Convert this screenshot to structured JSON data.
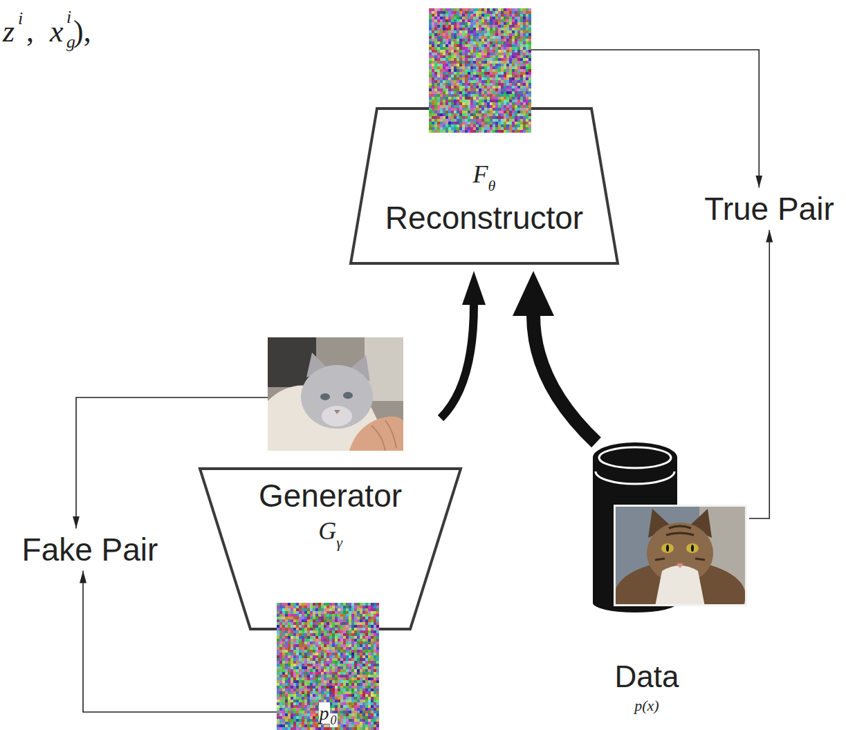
{
  "diagram": {
    "nodes": [
      {
        "text": [
          "F",
          "θ",
          "Reconstructor"
        ]
      },
      {
        "text": [
          "Generator",
          "G",
          "γ"
        ]
      },
      {
        "text": [
          "p",
          "0"
        ]
      },
      {
        "text": [
          "Data",
          "p(x)"
        ]
      },
      {
        "text": [
          "True Pair"
        ]
      },
      {
        "text": [
          "Fake Pair"
        ]
      }
    ],
    "edges": [
      {
        "from": 1,
        "to": 5,
        "arrow": "to"
      },
      {
        "from": 2,
        "to": 5,
        "arrow": "to"
      },
      {
        "from": 0,
        "to": 4,
        "arrow": "to"
      },
      {
        "from": 3,
        "to": 4,
        "arrow": "to"
      },
      {
        "from": 1,
        "to": 0,
        "arrow": "to"
      },
      {
        "from": 3,
        "to": 0,
        "arrow": "to"
      }
    ],
    "labels": [
      "z",
      "i",
      ",",
      "x",
      "i",
      "g",
      " ),"
    ]
  }
}
